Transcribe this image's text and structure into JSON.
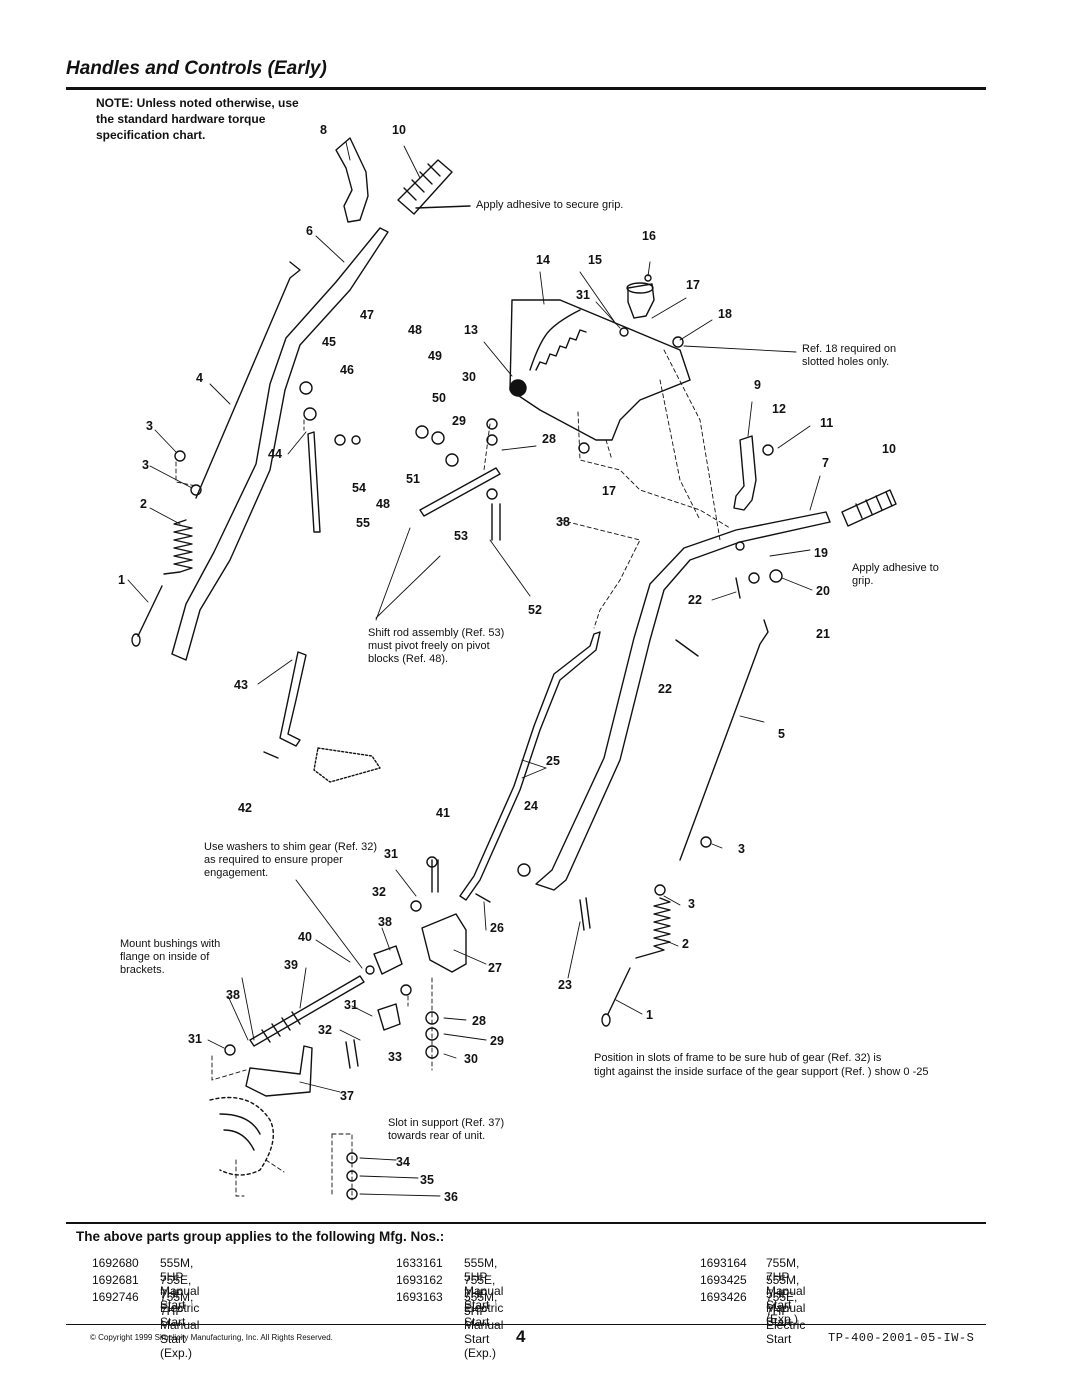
{
  "title": "Handles and Controls (Early)",
  "note": "NOTE: Unless noted otherwise, use the standard hardware torque specification chart.",
  "captions": {
    "adhesive_grip": "Apply adhesive to secure grip.",
    "ref18": "Ref. 18 required on slotted holes only.",
    "apply_adhesive": "Apply adhesive to grip.",
    "shift_rod": "Shift rod assembly (Ref. 53) must pivot freely on pivot blocks (Ref. 48).",
    "washers": "Use washers to shim gear (Ref. 32) as required to ensure proper engagement.",
    "bushings": "Mount bushings with flange on inside of brackets.",
    "slot_support": "Slot in support (Ref. 37) towards rear of unit.",
    "position_hub": "Position in slots of frame to be sure hub of gear (Ref. 32) is",
    "position_hub_2": "tight against the inside surface of the gear support (Ref. ) show 0 -25"
  },
  "callouts": [
    {
      "id": "c8",
      "text": "8"
    },
    {
      "id": "c10a",
      "text": "10"
    },
    {
      "id": "c6",
      "text": "6"
    },
    {
      "id": "c16",
      "text": "16"
    },
    {
      "id": "c14",
      "text": "14"
    },
    {
      "id": "c15",
      "text": "15"
    },
    {
      "id": "c17a",
      "text": "17"
    },
    {
      "id": "c31a",
      "text": "31"
    },
    {
      "id": "c18",
      "text": "18"
    },
    {
      "id": "c47",
      "text": "47"
    },
    {
      "id": "c48a",
      "text": "48"
    },
    {
      "id": "c13",
      "text": "13"
    },
    {
      "id": "c45",
      "text": "45"
    },
    {
      "id": "c49",
      "text": "49"
    },
    {
      "id": "c4",
      "text": "4"
    },
    {
      "id": "c46",
      "text": "46"
    },
    {
      "id": "c30a",
      "text": "30"
    },
    {
      "id": "c9",
      "text": "9"
    },
    {
      "id": "c50",
      "text": "50"
    },
    {
      "id": "c12",
      "text": "12"
    },
    {
      "id": "c11",
      "text": "11"
    },
    {
      "id": "c3a",
      "text": "3"
    },
    {
      "id": "c29a",
      "text": "29"
    },
    {
      "id": "c28a",
      "text": "28"
    },
    {
      "id": "c10b",
      "text": "10"
    },
    {
      "id": "c44",
      "text": "44"
    },
    {
      "id": "c3b",
      "text": "3"
    },
    {
      "id": "c7",
      "text": "7"
    },
    {
      "id": "c51",
      "text": "51"
    },
    {
      "id": "c54",
      "text": "54"
    },
    {
      "id": "c17b",
      "text": "17"
    },
    {
      "id": "c2a",
      "text": "2"
    },
    {
      "id": "c48b",
      "text": "48"
    },
    {
      "id": "c55",
      "text": "55"
    },
    {
      "id": "c38a",
      "text": "38"
    },
    {
      "id": "c53",
      "text": "53"
    },
    {
      "id": "c19",
      "text": "19"
    },
    {
      "id": "c1a",
      "text": "1"
    },
    {
      "id": "c20",
      "text": "20"
    },
    {
      "id": "c22a",
      "text": "22"
    },
    {
      "id": "c52",
      "text": "52"
    },
    {
      "id": "c21",
      "text": "21"
    },
    {
      "id": "c43",
      "text": "43"
    },
    {
      "id": "c22b",
      "text": "22"
    },
    {
      "id": "c5",
      "text": "5"
    },
    {
      "id": "c25",
      "text": "25"
    },
    {
      "id": "c42",
      "text": "42"
    },
    {
      "id": "c41",
      "text": "41"
    },
    {
      "id": "c24",
      "text": "24"
    },
    {
      "id": "c31b",
      "text": "31"
    },
    {
      "id": "c3c",
      "text": "3"
    },
    {
      "id": "c32a",
      "text": "32"
    },
    {
      "id": "c3d",
      "text": "3"
    },
    {
      "id": "c38b",
      "text": "38"
    },
    {
      "id": "c40",
      "text": "40"
    },
    {
      "id": "c26",
      "text": "26"
    },
    {
      "id": "c2b",
      "text": "2"
    },
    {
      "id": "c39",
      "text": "39"
    },
    {
      "id": "c27",
      "text": "27"
    },
    {
      "id": "c23",
      "text": "23"
    },
    {
      "id": "c38c",
      "text": "38"
    },
    {
      "id": "c31c",
      "text": "31"
    },
    {
      "id": "c28b",
      "text": "28"
    },
    {
      "id": "c1b",
      "text": "1"
    },
    {
      "id": "c31d",
      "text": "31"
    },
    {
      "id": "c32b",
      "text": "32"
    },
    {
      "id": "c29b",
      "text": "29"
    },
    {
      "id": "c33",
      "text": "33"
    },
    {
      "id": "c30b",
      "text": "30"
    },
    {
      "id": "c37",
      "text": "37"
    },
    {
      "id": "c34",
      "text": "34"
    },
    {
      "id": "c35",
      "text": "35"
    },
    {
      "id": "c36",
      "text": "36"
    }
  ],
  "applies_heading": "The above parts group applies to the following Mfg. Nos.:",
  "mfg_columns": [
    [
      {
        "no": "1692680",
        "desc": "555M, 5HP Manual Start"
      },
      {
        "no": "1692681",
        "desc": "755E, 7HP Electric Start"
      },
      {
        "no": "1692746",
        "desc": "755M, 7HP Manual Start (Exp.)"
      }
    ],
    [
      {
        "no": "1633161",
        "desc": "555M, 5HP Manual Start"
      },
      {
        "no": "1693162",
        "desc": "755E, 7HP Electric Start"
      },
      {
        "no": "1693163",
        "desc": "555M, 5HP Manual Start (Exp.)"
      }
    ],
    [
      {
        "no": "1693164",
        "desc": "755M, 7HP Manual Start (Exp.)"
      },
      {
        "no": "1693425",
        "desc": "555M, 5HP Manual Start"
      },
      {
        "no": "1693426",
        "desc": "755E, 7HP Electric Start"
      }
    ]
  ],
  "footer": {
    "copyright": "© Copyright 1999 Simplicity Manufacturing, Inc. All Rights Reserved.",
    "page": "4",
    "doc_id": "TP-400-2001-05-IW-S"
  }
}
